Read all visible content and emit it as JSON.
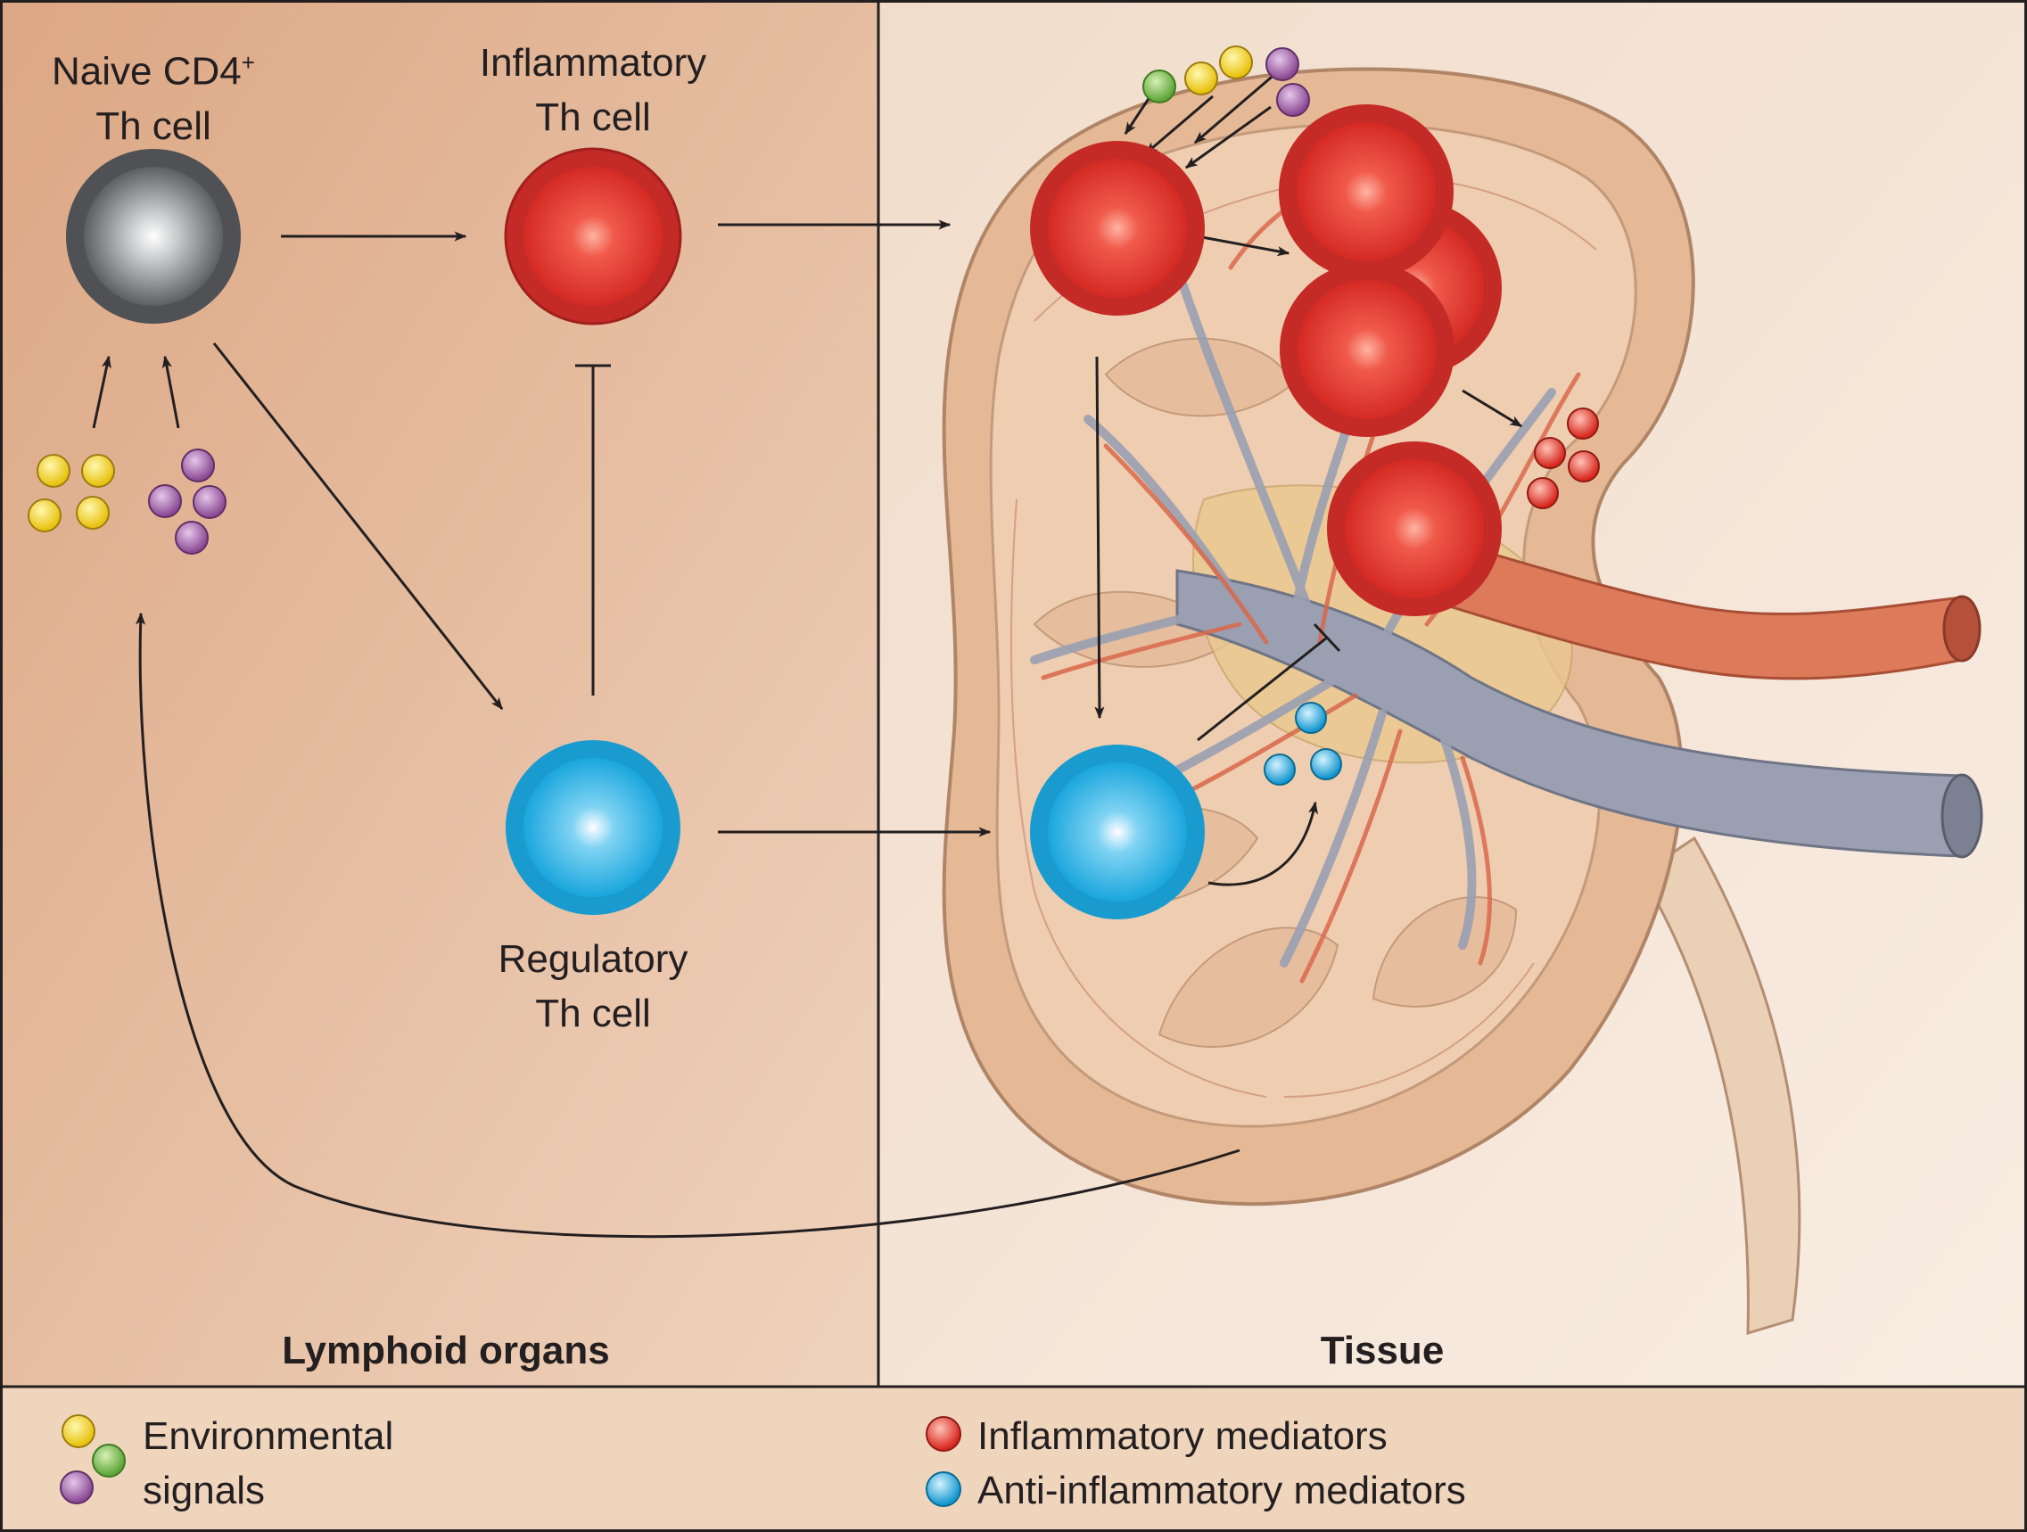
{
  "labels": {
    "naive_cell_line1": "Naive CD4",
    "naive_cell_sup": "+",
    "naive_cell_line2": "Th cell",
    "inflammatory_cell_line1": "Inflammatory",
    "inflammatory_cell_line2": "Th cell",
    "regulatory_cell_line1": "Regulatory",
    "regulatory_cell_line2": "Th cell"
  },
  "panels": {
    "left_title": "Lymphoid organs",
    "right_title": "Tissue"
  },
  "legend": {
    "environmental_line1": "Environmental",
    "environmental_line2": "signals",
    "inflammatory_mediators": "Inflammatory mediators",
    "anti_inflammatory_mediators": "Anti-inflammatory mediators"
  },
  "colors": {
    "lymphoid_bg": "#e2b28f",
    "tissue_bg": "#f5e6da",
    "legend_bg": "#f0d6bf",
    "naive_cell": "#7d7f82",
    "inflammatory_cell": "#e3342f",
    "regulatory_cell": "#1ea9df",
    "signal_yellow": "#f3d21c",
    "signal_purple": "#9b5ca3",
    "signal_green": "#76b84d",
    "kidney_outer": "#e5b794",
    "kidney_inner": "#eec9ab",
    "vein": "#8f95a8",
    "artery": "#d9684d"
  }
}
